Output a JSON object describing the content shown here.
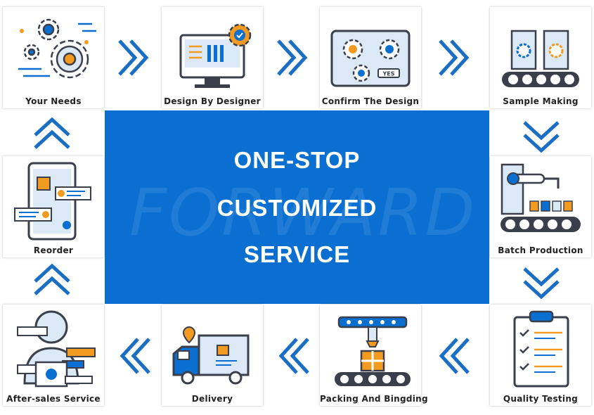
{
  "headline": {
    "line1": "ONE-STOP",
    "line2": "CUSTOMIZED",
    "line3": "SERVICE",
    "watermark": "FORWARD"
  },
  "steps": {
    "your_needs": "Your Needs",
    "design": "Design By Designer",
    "confirm": "Confirm The Design",
    "sample": "Sample Making",
    "batch": "Batch Production",
    "quality": "Quality Testing",
    "packing": "Packing And Bingding",
    "delivery": "Delivery",
    "after_sales": "After-sales Service",
    "reorder": "Reorder"
  },
  "confirm_badge": "YES",
  "colors": {
    "blue": "#0a6fd0",
    "orange": "#f39a21",
    "dark": "#3a3f4b",
    "light_blue": "#dbe8f6",
    "arrow": "#1a6fc4"
  },
  "icons": {
    "your_needs": "gears-icon",
    "design": "monitor-gear-icon",
    "confirm": "blueprint-icon",
    "sample": "conveyor-samples-icon",
    "batch": "robot-arm-icon",
    "quality": "clipboard-checklist-icon",
    "packing": "packing-machine-icon",
    "delivery": "delivery-truck-icon",
    "after_sales": "support-agent-icon",
    "reorder": "tablet-chat-icon"
  }
}
